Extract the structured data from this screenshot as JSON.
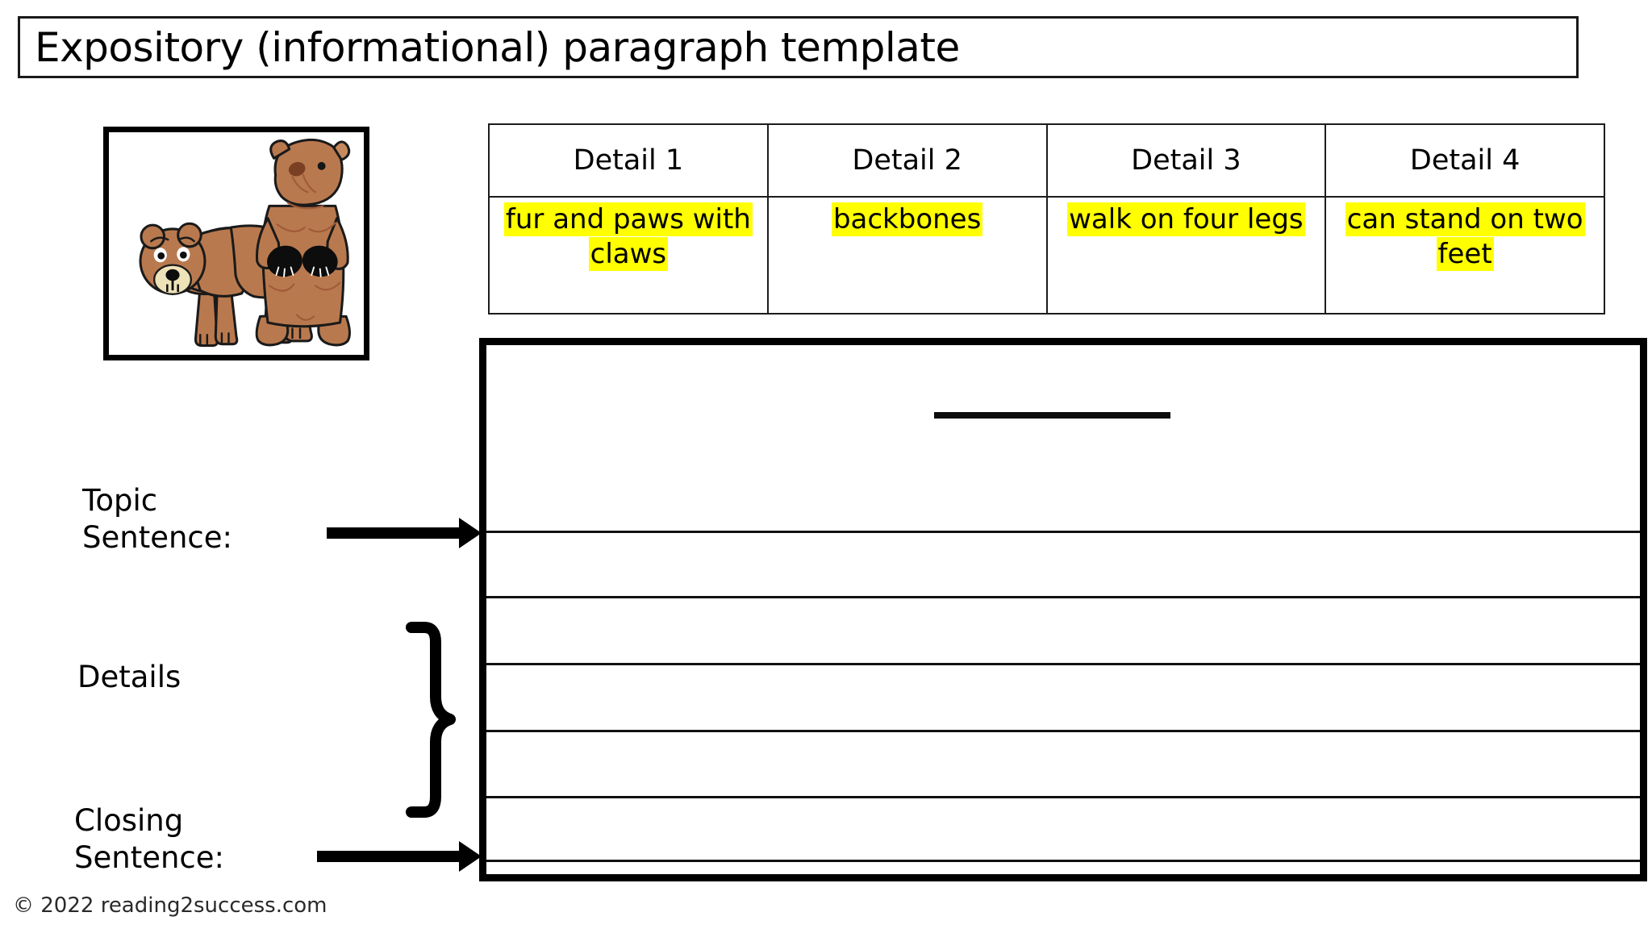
{
  "page": {
    "title": "Expository (informational) paragraph template",
    "copyright": "© 2022 reading2success.com",
    "accent_highlight": "#FFFF00",
    "ink_color": "#000000",
    "background": "#FFFFFF"
  },
  "illustration": {
    "name": "two-bears-clipart",
    "description": "Two brown cartoon bears: one standing on four legs, one standing upright on two feet",
    "fur_color": "#B9794E",
    "outline_color": "#1A1A1A",
    "muzzle_color": "#EDE2B8",
    "paw_color": "#0D0D0D"
  },
  "details_table": {
    "headers": [
      "Detail 1",
      "Detail 2",
      "Detail 3",
      "Detail 4"
    ],
    "values": [
      "fur and paws with claws",
      "backbones",
      "walk on four legs",
      "can stand on two feet"
    ],
    "highlight_color": "#FFFF00"
  },
  "labels": {
    "topic": "Topic\nSentence:",
    "details": "Details",
    "closing": "Closing\nSentence:"
  },
  "writing_area": {
    "line_count": 6,
    "title_blank_present": true
  }
}
